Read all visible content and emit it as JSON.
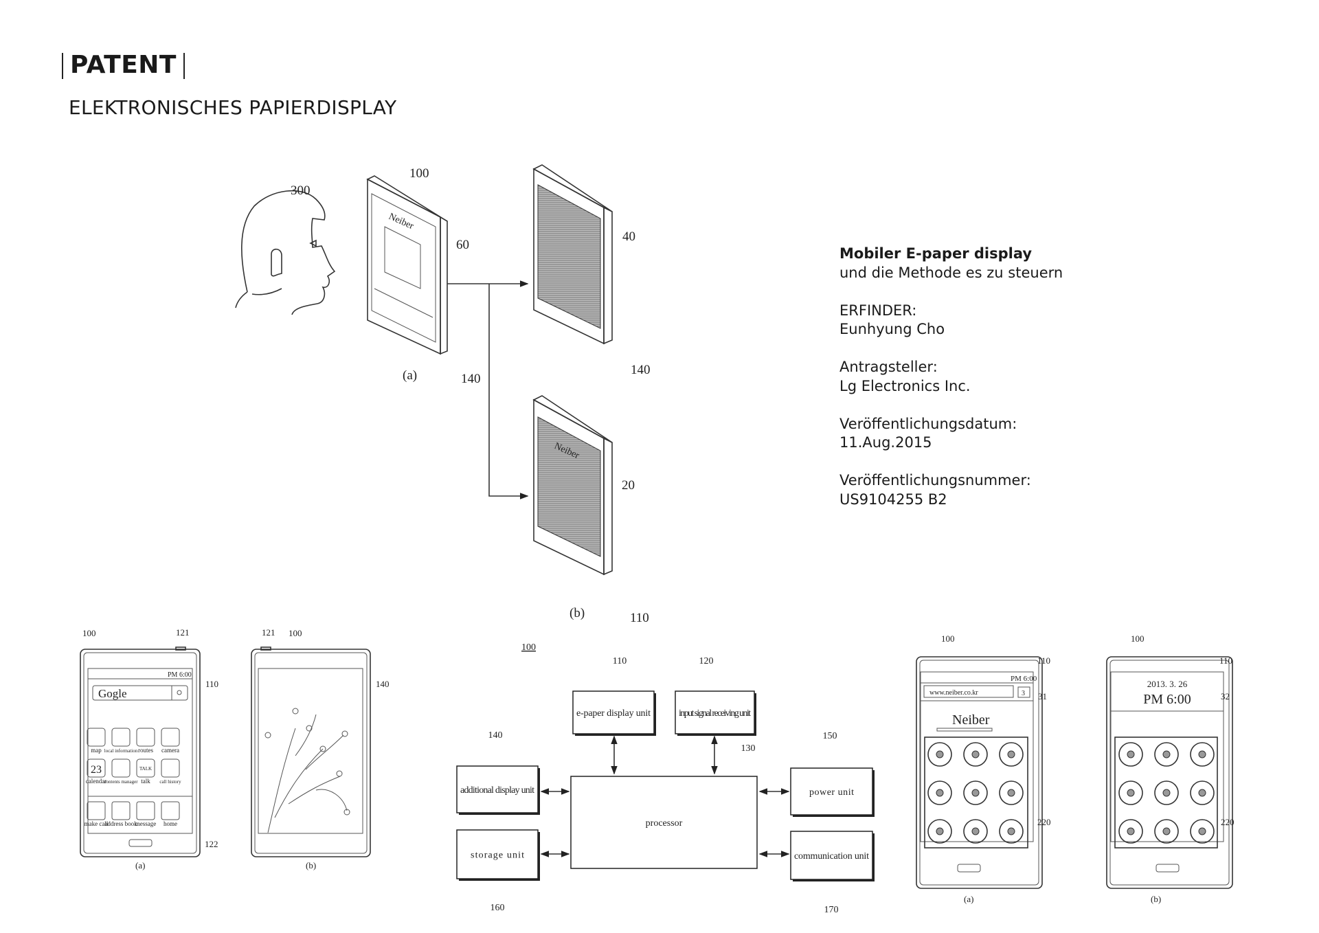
{
  "header": {
    "title": "PATENT",
    "subtitle": "ELEKTRONISCHES PAPIERDISPLAY"
  },
  "info": {
    "title_bold": "Mobiler E-paper display",
    "title_rest": "und die Methode es zu steuern",
    "inventor_label": "ERFINDER:",
    "inventor": "Eunhyung Cho",
    "applicant_label": "Antragsteller:",
    "applicant": "Lg Electronics Inc.",
    "date_label": "Veröffentlichungsdatum:",
    "date": "11.Aug.2015",
    "number_label": "Veröffentlichungsnummer:",
    "number": "US9104255 B2"
  },
  "fig_top": {
    "user": "300",
    "device": "100",
    "screen_a": "60",
    "label_a": "(a)",
    "additional_a": "140",
    "screen_40": "40",
    "additional_40": "140",
    "screen_20": "20",
    "label_b": "(b)",
    "display_b": "110",
    "site": "Neiber"
  },
  "fig_left": {
    "a": {
      "device": "100",
      "button": "121",
      "display": "110",
      "home_key": "122",
      "caption": "(a)",
      "time": "PM 6:00",
      "search": "Gogle",
      "apps": [
        "map",
        "local information",
        "routes",
        "camera",
        "calendar",
        "contents manager",
        "talk",
        "call history"
      ],
      "calendar_day": "23",
      "talk_badge": "TALK",
      "dock": [
        "make call",
        "address book",
        "message",
        "home"
      ]
    },
    "b": {
      "button": "121",
      "device": "100",
      "display": "140",
      "caption": "(b)"
    }
  },
  "block_diagram": {
    "ref": "100",
    "blocks": [
      {
        "id": "110",
        "label": "e-paper display unit"
      },
      {
        "id": "120",
        "label": "input signal receiving unit"
      },
      {
        "id": "130",
        "label": "processor"
      },
      {
        "id": "140",
        "label": "additional display unit"
      },
      {
        "id": "150",
        "label": "power unit"
      },
      {
        "id": "160",
        "label": "storage unit"
      },
      {
        "id": "170",
        "label": "communication unit"
      }
    ]
  },
  "fig_right": {
    "a": {
      "device": "100",
      "display": "110",
      "screen": "31",
      "pattern": "220",
      "caption": "(a)",
      "time": "PM 6:00",
      "url": "www.neiber.co.kr",
      "tabs": "3",
      "site": "Neiber"
    },
    "b": {
      "device": "100",
      "display": "110",
      "screen": "32",
      "pattern": "220",
      "caption": "(b)",
      "date": "2013. 3. 26",
      "time": "PM 6:00"
    }
  }
}
